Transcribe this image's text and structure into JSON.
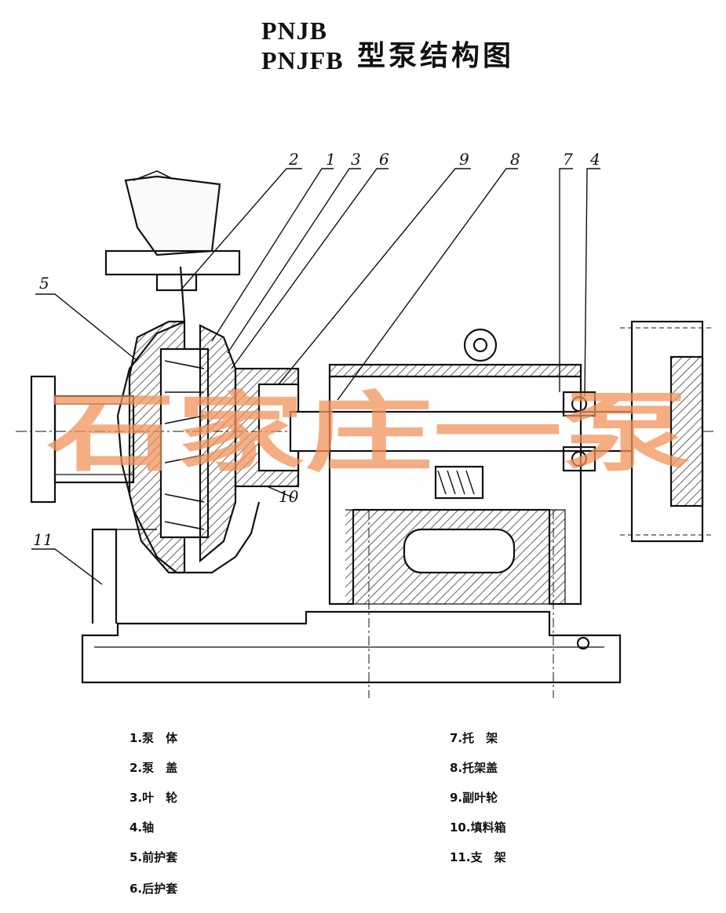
{
  "title": {
    "model_line1": "PNJB",
    "model_line2": "PNJFB",
    "caption": "型泵结构图"
  },
  "callouts": [
    "2",
    "1",
    "3",
    "6",
    "9",
    "8",
    "7",
    "4",
    "5",
    "10",
    "11"
  ],
  "watermark": "石家庄一泵",
  "colors": {
    "line": "#111111",
    "watermark": "#f2925a",
    "background": "#ffffff"
  },
  "legend": {
    "left": [
      "1.泵　体",
      "2.泵　盖",
      "3.叶　轮",
      "4.轴",
      "5.前护套",
      "6.后护套"
    ],
    "right": [
      "7.托　架",
      "8.托架盖",
      "9.副叶轮",
      "10.填料箱",
      "11.支　架"
    ]
  }
}
